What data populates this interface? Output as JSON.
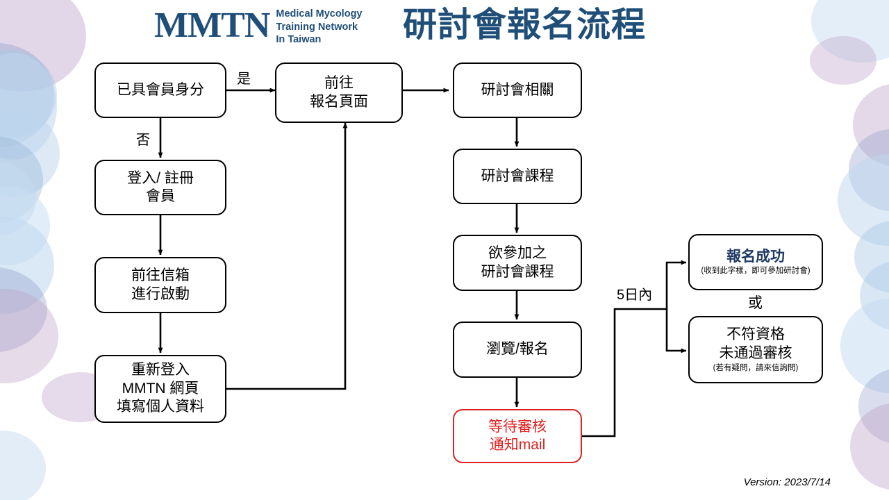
{
  "header": {
    "logo_mark": "MMTN",
    "logo_line1": "Medical Mycology",
    "logo_line2": "Training Network",
    "logo_line3": "In Taiwan",
    "title": "研討會報名流程",
    "brand_color": "#1f4e79"
  },
  "nodes": {
    "member_check": {
      "line1": "已具會員身分"
    },
    "login_register": {
      "line1": "登入/ 註冊",
      "line2": "會員"
    },
    "mailbox_activate": {
      "line1": "前往信箱",
      "line2": "進行啟動"
    },
    "relogin_fill": {
      "line1": "重新登入",
      "line2": "MMTN 網頁",
      "line3": "填寫個人資料"
    },
    "goto_signup_page": {
      "line1": "前往",
      "line2": "報名頁面"
    },
    "seminar_related": {
      "line1": "研討會相關"
    },
    "seminar_course": {
      "line1": "研討會課程"
    },
    "desired_course": {
      "line1": "欲參加之",
      "line2": "研討會課程"
    },
    "browse_signup": {
      "line1": "瀏覽/報名"
    },
    "waiting_review": {
      "line1": "等待審核",
      "line2": "通知mail",
      "color": "#e02020"
    },
    "success": {
      "headline": "報名成功",
      "note": "(收到此字樣，即可參加研討會)",
      "headline_color": "#1f3864"
    },
    "rejected": {
      "line1": "不符資格",
      "line2": "未通過審核",
      "note": "(若有疑問，請來信詢問)"
    }
  },
  "edge_labels": {
    "yes": "是",
    "no": "否",
    "within_5_days": "5日內",
    "or": "或"
  },
  "footer": {
    "version": "Version: 2023/7/14"
  }
}
